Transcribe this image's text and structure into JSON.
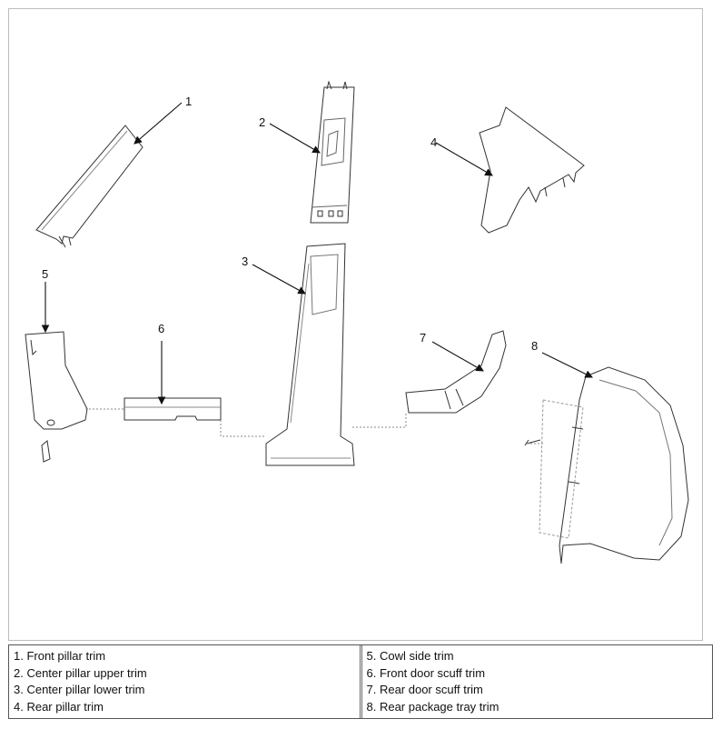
{
  "callouts": [
    "1",
    "2",
    "3",
    "4",
    "5",
    "6",
    "7",
    "8"
  ],
  "legend": {
    "left": [
      "1. Front pillar trim",
      "2. Center pillar upper trim",
      "3. Center pillar lower trim",
      "4. Rear pillar trim"
    ],
    "right": [
      "5. Cowl side trim",
      "6. Front door scuff trim",
      "7. Rear door scuff trim",
      "8. Rear package tray trim"
    ]
  }
}
